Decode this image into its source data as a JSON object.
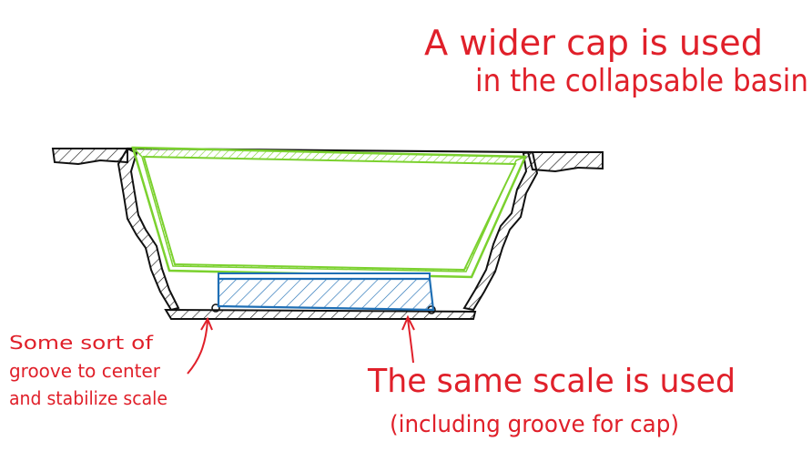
{
  "annotations": {
    "top_right": {
      "line1": "A wider cap is used",
      "line2": "in the collapsable basin",
      "color": "#e0202a"
    },
    "bottom_left": {
      "line1": "Some sort of",
      "line2": "groove to center",
      "line3": "and stabilize scale",
      "color": "#e0202a"
    },
    "bottom_center": {
      "line1": "The same scale is used",
      "line2": "(including groove for cap)",
      "color": "#e0202a"
    }
  },
  "colors": {
    "basin_outline": "#111111",
    "inner_cap": "#7bd12e",
    "scale": "#1f6fb5",
    "background": "#ffffff"
  }
}
